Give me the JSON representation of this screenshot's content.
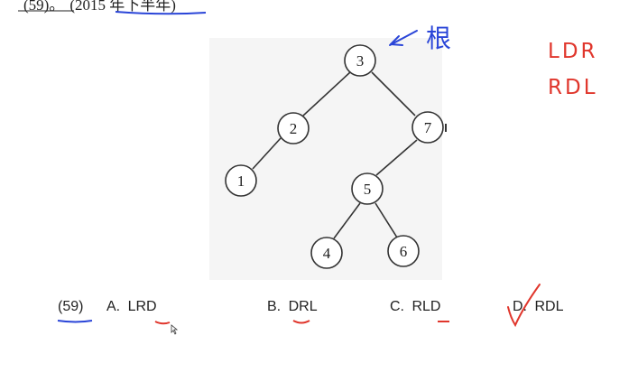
{
  "header_fragment": {
    "question_number": "(59)",
    "punctuation": "。",
    "source": "(2015 年下半年)"
  },
  "tree": {
    "nodes": [
      {
        "id": "n3",
        "label": "3"
      },
      {
        "id": "n2",
        "label": "2"
      },
      {
        "id": "n7",
        "label": "7"
      },
      {
        "id": "n1",
        "label": "1"
      },
      {
        "id": "n5",
        "label": "5"
      },
      {
        "id": "n4",
        "label": "4"
      },
      {
        "id": "n6",
        "label": "6"
      }
    ],
    "edges": [
      [
        "n3",
        "n2"
      ],
      [
        "n3",
        "n7"
      ],
      [
        "n2",
        "n1"
      ],
      [
        "n7",
        "n5"
      ],
      [
        "n5",
        "n4"
      ],
      [
        "n5",
        "n6"
      ]
    ]
  },
  "annotations": {
    "root_label": "根",
    "traversal_notes": [
      "LDR",
      "RDL"
    ],
    "colors": {
      "blue": "#2a45d8",
      "red": "#e0362c"
    }
  },
  "question": {
    "number": "(59)",
    "options": [
      {
        "letter": "A.",
        "text": "LRD"
      },
      {
        "letter": "B.",
        "text": "DRL"
      },
      {
        "letter": "C.",
        "text": "RLD"
      },
      {
        "letter": "D.",
        "text": "RDL"
      }
    ]
  }
}
